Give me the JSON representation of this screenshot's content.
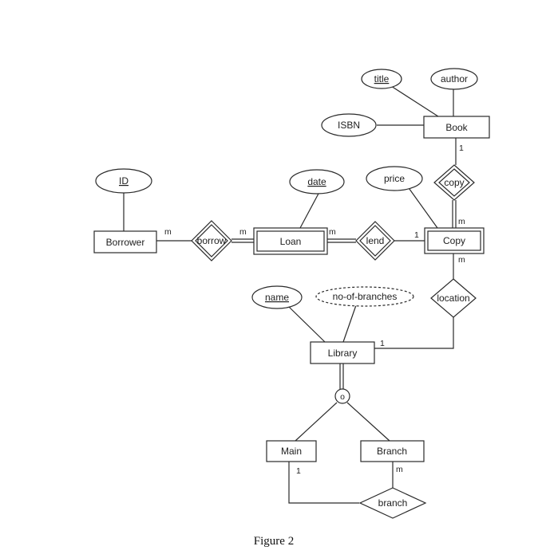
{
  "entities": {
    "book": "Book",
    "copy": "Copy",
    "borrower": "Borrower",
    "loan": "Loan",
    "library": "Library",
    "main": "Main",
    "branch": "Branch"
  },
  "attributes": {
    "title": "title",
    "author": "author",
    "isbn": "ISBN",
    "price": "price",
    "date": "date",
    "id": "ID",
    "name": "name",
    "no_of_branches": "no-of-branches"
  },
  "relationships": {
    "copy": "copy",
    "borrow": "borrow",
    "lend": "lend",
    "location": "location",
    "branch": "branch"
  },
  "specialization": {
    "constraint": "o"
  },
  "cardinalities": {
    "book_copy": "1",
    "copy_copy": "m",
    "copy_location": "m",
    "borrower_borrow": "m",
    "loan_borrow": "m",
    "loan_lend": "m",
    "copy_lend": "1",
    "library_location": "1",
    "main_branch": "1",
    "branch_branch": "m"
  },
  "caption": "Figure 2"
}
